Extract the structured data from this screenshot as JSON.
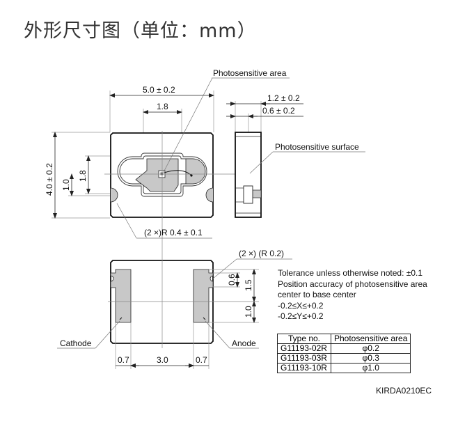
{
  "title": "外形尺寸图（单位：mm）",
  "top_view": {
    "width_dim": "5.0 ± 0.2",
    "window_width_dim": "1.8",
    "height_dim": "4.0 ± 0.2",
    "window_height_dim": "1.8",
    "offset_dim": "1.0",
    "corner_radius_note": "(2 ×)R 0.4 ± 0.1",
    "photosensitive_area_label": "Photosensitive area"
  },
  "side_view": {
    "thickness_dim": "1.2 ± 0.2",
    "surface_depth_dim": "0.6 ± 0.2",
    "photosensitive_surface_label": "Photosensitive surface"
  },
  "bottom_view": {
    "corner_note": "(2 ×) (R 0.2)",
    "notch_dim": "0.6",
    "upper_dim": "1.5",
    "lower_dim": "1.0",
    "left_pad_dim": "0.7",
    "pad_spacing_dim": "3.0",
    "right_pad_dim": "0.7",
    "cathode_label": "Cathode",
    "anode_label": "Anode"
  },
  "notes": [
    "Tolerance unless otherwise noted: ±0.1",
    "Position accuracy of photosensitive area",
    "center to base center",
    "-0.2≤X≤+0.2",
    "-0.2≤Y≤+0.2"
  ],
  "table": {
    "headers": [
      "Type no.",
      "Photosensitive area"
    ],
    "rows": [
      [
        "G11193-02R",
        "φ0.2"
      ],
      [
        "G11193-03R",
        "φ0.3"
      ],
      [
        "G11193-10R",
        "φ1.0"
      ]
    ]
  },
  "drawing_code": "KIRDA0210EC"
}
